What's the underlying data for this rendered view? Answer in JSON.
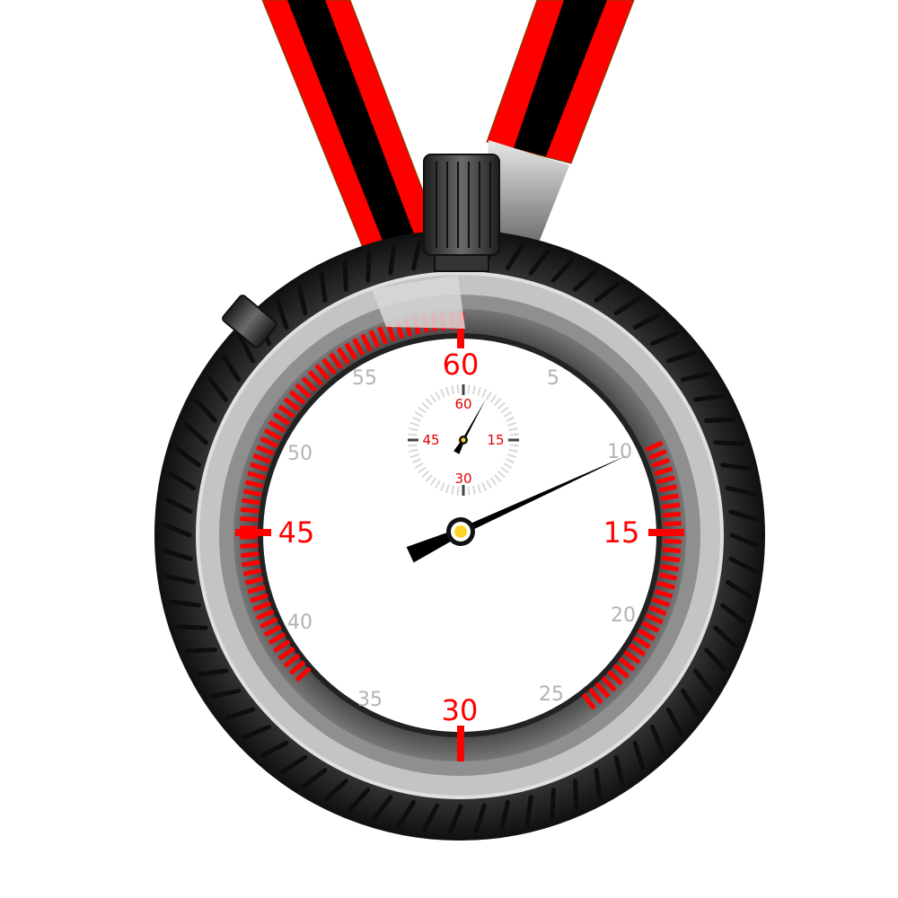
{
  "stopwatch": {
    "main_dial": {
      "major_labels": [
        "60",
        "15",
        "30",
        "45"
      ],
      "minor_labels": [
        "5",
        "10",
        "20",
        "25",
        "35",
        "40",
        "50",
        "55"
      ]
    },
    "sub_dial": {
      "labels": [
        "60",
        "15",
        "30",
        "45"
      ]
    },
    "elapsed_seconds": 10.9,
    "sub_dial_reading": 4.8
  },
  "colors": {
    "accent_red": "#ff0000",
    "strap_black": "#000000",
    "tire": "#2b2b2b",
    "bezel_grey": "#9a9a9a",
    "minor_numeral_grey": "#b3b3b3",
    "pivot_yellow": "#ffd42a"
  },
  "icons": {
    "crown": "crown-button-icon",
    "side_pusher": "side-pusher-icon",
    "strap": "lanyard-strap-icon"
  }
}
